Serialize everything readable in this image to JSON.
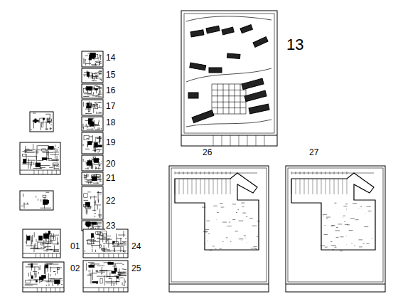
{
  "diagram": {
    "labels": [
      "13",
      "14",
      "15",
      "16",
      "17",
      "18",
      "19",
      "20",
      "21",
      "22",
      "23",
      "24",
      "25",
      "26",
      "27",
      "01",
      "02"
    ]
  }
}
